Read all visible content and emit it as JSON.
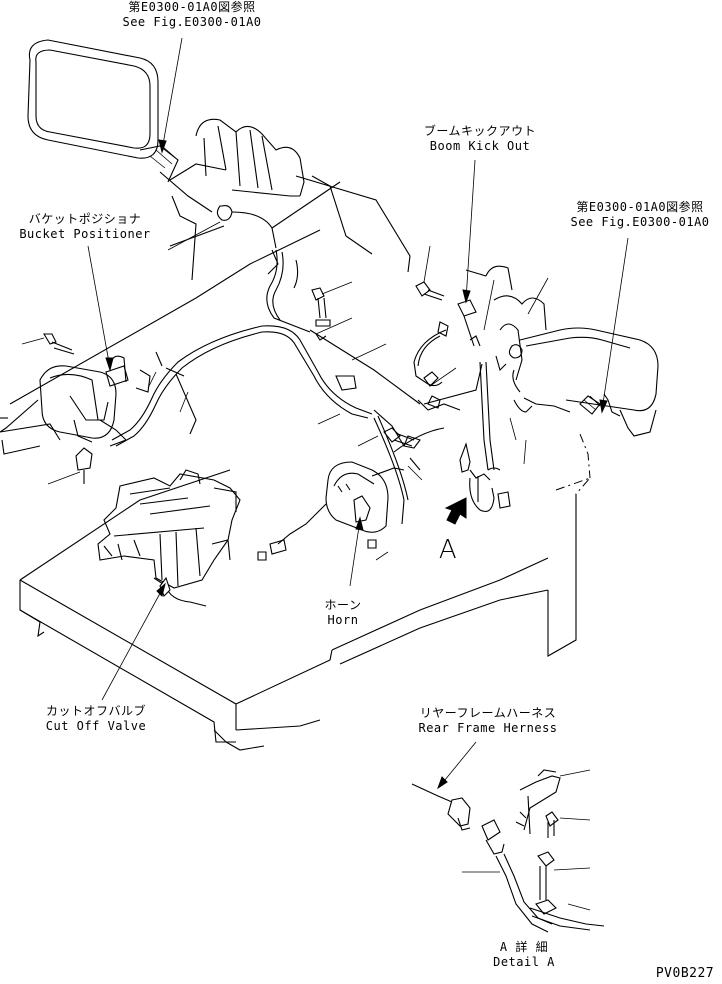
{
  "labels": {
    "see_fig_left_jp": "第E0300-01A0図参照",
    "see_fig_left_en": "See Fig.E0300-01A0",
    "boom_kick_out_jp": "ブームキックアウト",
    "boom_kick_out_en": "Boom Kick Out",
    "see_fig_right_jp": "第E0300-01A0図参照",
    "see_fig_right_en": "See Fig.E0300-01A0",
    "bucket_positioner_jp": "バケットポジショナ",
    "bucket_positioner_en": "Bucket Positioner",
    "view_a": "A",
    "horn_jp": "ホーン",
    "horn_en": "Horn",
    "cut_off_valve_jp": "カットオフバルブ",
    "cut_off_valve_en": "Cut Off Valve",
    "rear_frame_harness_jp": "リヤーフレームハーネス",
    "rear_frame_harness_en": "Rear Frame Herness",
    "detail_a_jp": "A 詳 細",
    "detail_a_en": "Detail A",
    "drawing_code": "PV0B227"
  }
}
